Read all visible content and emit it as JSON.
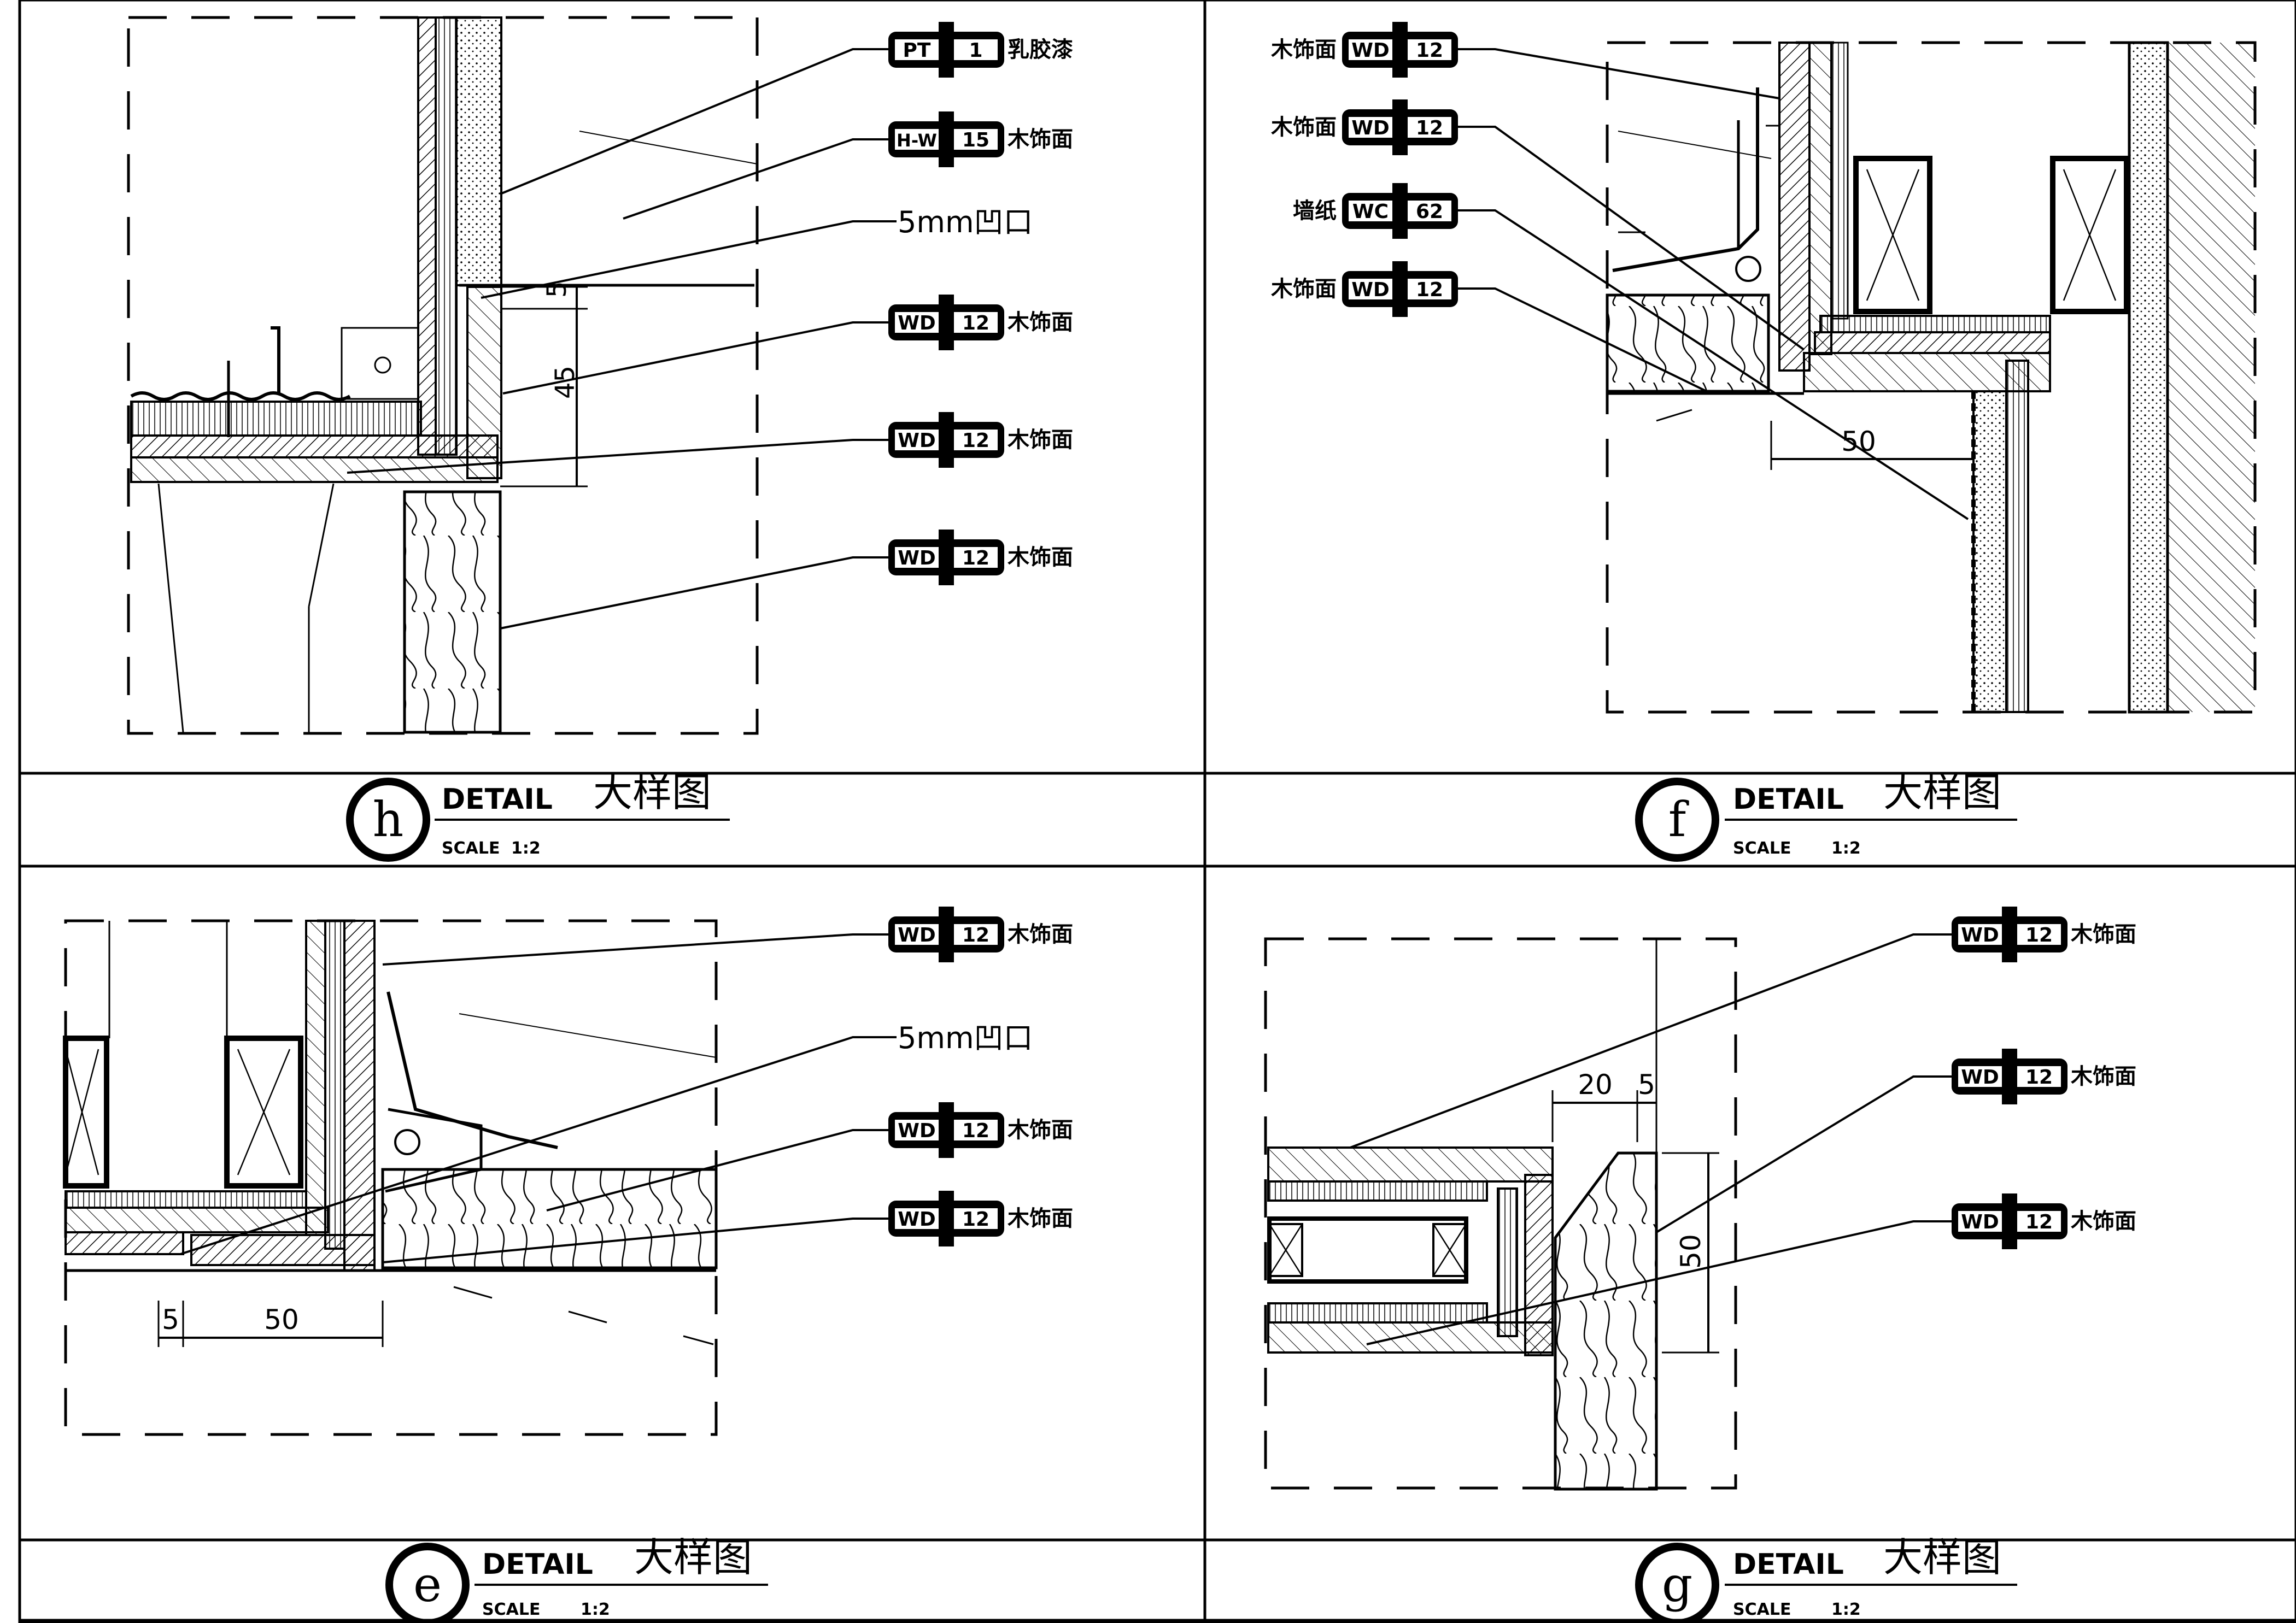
{
  "panels": {
    "h": {
      "letter": "h",
      "detail": "DETAIL",
      "title_cn": "大样图",
      "scale_label": "SCALE",
      "scale_value": "1:2",
      "callouts": [
        {
          "code": "PT",
          "num": "1",
          "label": "乳胶漆"
        },
        {
          "code": "H-W",
          "num": "15",
          "label": "木饰面"
        },
        {
          "note": "5mm凹口"
        },
        {
          "code": "WD",
          "num": "12",
          "label": "木饰面"
        },
        {
          "code": "WD",
          "num": "12",
          "label": "木饰面"
        },
        {
          "code": "WD",
          "num": "12",
          "label": "木饰面"
        }
      ],
      "dims": [
        "5",
        "45"
      ]
    },
    "f": {
      "letter": "f",
      "detail": "DETAIL",
      "title_cn": "大样图",
      "scale_label": "SCALE",
      "scale_value": "1:2",
      "callouts": [
        {
          "code": "WD",
          "num": "12",
          "label": "木饰面"
        },
        {
          "code": "WD",
          "num": "12",
          "label": "木饰面"
        },
        {
          "code": "WC",
          "num": "62",
          "label": "墙纸"
        },
        {
          "code": "WD",
          "num": "12",
          "label": "木饰面"
        }
      ],
      "dims": [
        "50"
      ]
    },
    "e": {
      "letter": "e",
      "detail": "DETAIL",
      "title_cn": "大样图",
      "scale_label": "SCALE",
      "scale_value": "1:2",
      "callouts": [
        {
          "code": "WD",
          "num": "12",
          "label": "木饰面"
        },
        {
          "note": "5mm凹口"
        },
        {
          "code": "WD",
          "num": "12",
          "label": "木饰面"
        },
        {
          "code": "WD",
          "num": "12",
          "label": "木饰面"
        }
      ],
      "dims": [
        "5",
        "50"
      ]
    },
    "g": {
      "letter": "g",
      "detail": "DETAIL",
      "title_cn": "大样图",
      "scale_label": "SCALE",
      "scale_value": "1:2",
      "callouts": [
        {
          "code": "WD",
          "num": "12",
          "label": "木饰面"
        },
        {
          "code": "WD",
          "num": "12",
          "label": "木饰面"
        },
        {
          "code": "WD",
          "num": "12",
          "label": "木饰面"
        }
      ],
      "dims": [
        "20",
        "5",
        "50"
      ]
    }
  }
}
